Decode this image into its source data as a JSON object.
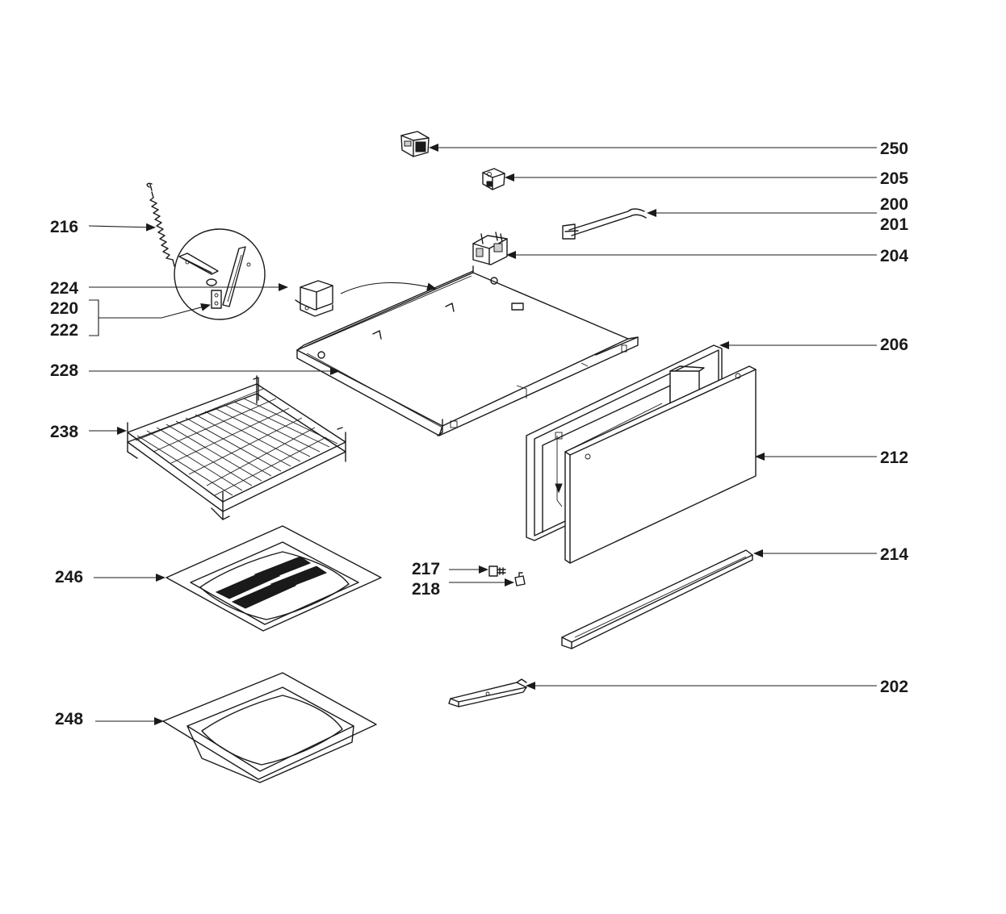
{
  "callouts": {
    "c250": "250",
    "c205": "205",
    "c200": "200",
    "c201": "201",
    "c204": "204",
    "c206": "206",
    "c212": "212",
    "c214": "214",
    "c202": "202",
    "c216": "216",
    "c224": "224",
    "c220": "220",
    "c222": "222",
    "c228": "228",
    "c238": "238",
    "c246": "246",
    "c248": "248",
    "c217": "217",
    "c218": "218"
  }
}
